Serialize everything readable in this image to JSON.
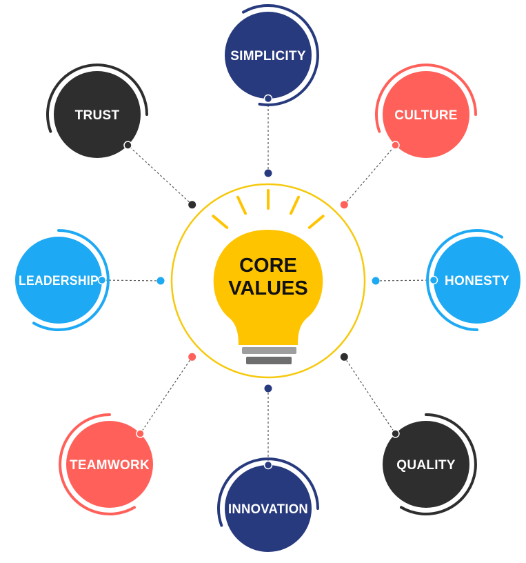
{
  "center": {
    "line1": "CORE",
    "line2": "VALUES",
    "bulb_color": "#FFC400",
    "ring_color": "#F6C90E",
    "base_color_light": "#9E9E9E",
    "base_color_dark": "#6E6E6E"
  },
  "values": [
    {
      "id": "simplicity",
      "label": "SIMPLICITY",
      "color": "#283A7E"
    },
    {
      "id": "culture",
      "label": "CULTURE",
      "color": "#FF615A"
    },
    {
      "id": "honesty",
      "label": "HONESTY",
      "color": "#1DA9F4"
    },
    {
      "id": "quality",
      "label": "QUALITY",
      "color": "#2E2E2E"
    },
    {
      "id": "innovation",
      "label": "INNOVATION",
      "color": "#283A7E"
    },
    {
      "id": "teamwork",
      "label": "TEAMWORK",
      "color": "#FF615A"
    },
    {
      "id": "leadership",
      "label": "LEADERSHIP",
      "color": "#1DA9F4"
    },
    {
      "id": "trust",
      "label": "TRUST",
      "color": "#2E2E2E"
    }
  ]
}
